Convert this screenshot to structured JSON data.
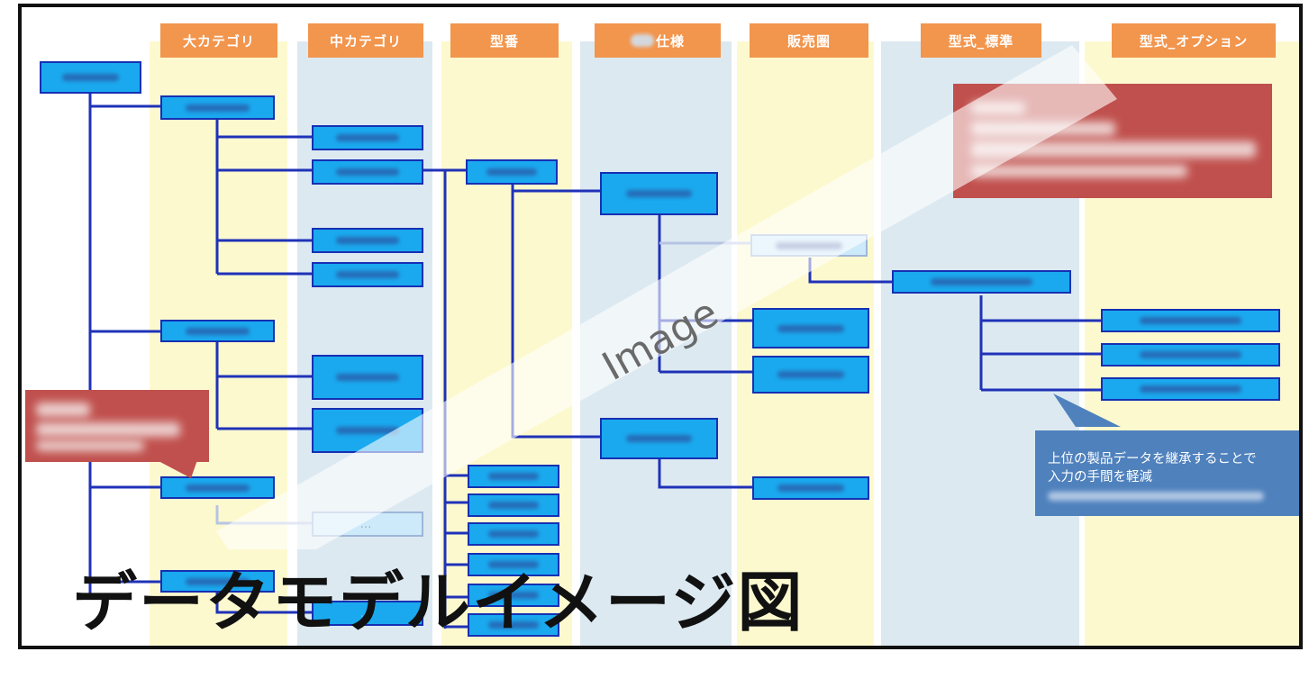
{
  "columns": [
    {
      "label": "大カテゴリ"
    },
    {
      "label": "中カテゴリ"
    },
    {
      "label": "型番"
    },
    {
      "label": "仕様"
    },
    {
      "label": "販売圏"
    },
    {
      "label": "型式_標準"
    },
    {
      "label": "型式_オプション"
    }
  ],
  "watermark": {
    "text": "Image"
  },
  "bubble": {
    "line1": "上位の製品データを継承することで",
    "line2": "入力の手間を軽減"
  },
  "title": "データモデルイメージ図",
  "colors": {
    "header": "#f2954d",
    "column_yellow": "#fdf9cf",
    "column_blue": "#dce9f1",
    "node": "#1aa9ee",
    "node_border": "#1630b3",
    "line": "#1f32b8",
    "callout": "#c0504d",
    "bubble": "#4f81bd"
  }
}
